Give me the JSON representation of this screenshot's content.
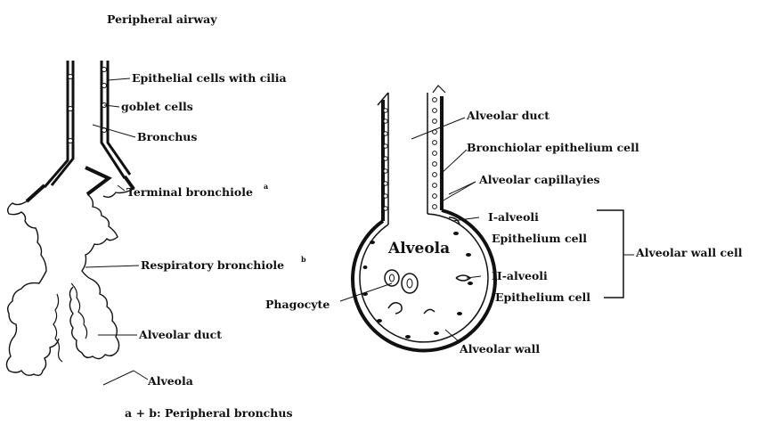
{
  "title": "Peripheral airway",
  "caption": "a + b: Peripheral bronchus",
  "left_labels": {
    "epithelial": "Epithelial cells with cilia",
    "goblet": "goblet cells",
    "bronchus": "Bronchus",
    "terminal": "Terminal bronchiole",
    "terminal_sup": "a",
    "respiratory": "Respiratory bronchiole",
    "respiratory_sup": "b",
    "alveolar_duct": "Alveolar duct",
    "alveola": "Alveola"
  },
  "right_labels": {
    "alveolar_duct": "Alveolar duct",
    "bronchiolar": "Bronchiolar epithelium cell",
    "capillaries": "Alveolar capillayies",
    "type1_line1": "I-alveoli",
    "type1_line2": "Epithelium cell",
    "wall_cell": "Alveolar wall cell",
    "type2_line1": "II-alveoli",
    "type2_line2": "Epithelium cell",
    "phagocyte": "Phagocyte",
    "alveola_center": "Alveola",
    "alveolar_wall": "Alveolar wall"
  }
}
